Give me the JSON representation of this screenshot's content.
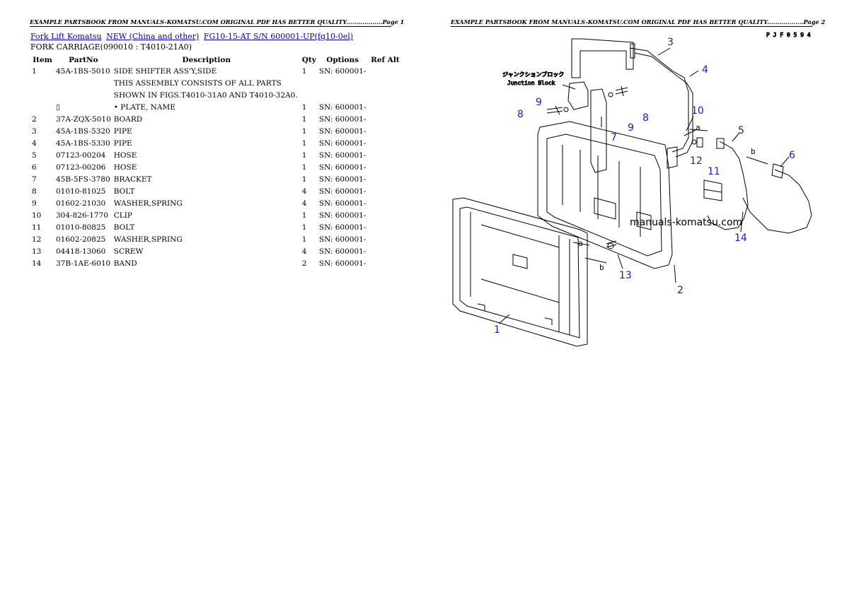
{
  "page1": {
    "header": "EXAMPLE PARTSBOOK FROM MANUALS-KOMATSU.COM ORIGINAL PDF HAS BETTER QUALITY..................Page 1",
    "breadcrumb": [
      "Fork Lift Komatsu",
      "NEW (China and other)",
      "FG10-15-AT S/N 600001-UP(fg10-0el)"
    ],
    "subtitle": "FORK CARRIAGE(090010 : T4010-21A0)",
    "columns": [
      "Item",
      "PartNo",
      "Description",
      "Qty",
      "Options",
      "Ref Alt"
    ],
    "rows": [
      {
        "item": "1",
        "part": "45A-1BS-5010",
        "desc": "SIDE SHIFTER ASS'Y,SIDE",
        "qty": "1",
        "opt": "SN: 600001-"
      },
      {
        "item": "",
        "part": "",
        "desc": "THIS ASSEMBLY CONSISTS OF ALL PARTS",
        "qty": "",
        "opt": ""
      },
      {
        "item": "",
        "part": "",
        "desc": "SHOWN IN FIGS.T4010-31A0 AND T4010-32A0.",
        "qty": "",
        "opt": ""
      },
      {
        "item": "",
        "part": "▯",
        "desc": "• PLATE, NAME",
        "qty": "1",
        "opt": "SN: 600001-"
      },
      {
        "item": "2",
        "part": "37A-ZQX-5010",
        "desc": "BOARD",
        "qty": "1",
        "opt": "SN: 600001-"
      },
      {
        "item": "3",
        "part": "45A-1BS-5320",
        "desc": "PIPE",
        "qty": "1",
        "opt": "SN: 600001-"
      },
      {
        "item": "4",
        "part": "45A-1BS-5330",
        "desc": "PIPE",
        "qty": "1",
        "opt": "SN: 600001-"
      },
      {
        "item": "5",
        "part": "07123-00204",
        "desc": "HOSE",
        "qty": "1",
        "opt": "SN: 600001-"
      },
      {
        "item": "6",
        "part": "07123-00206",
        "desc": "HOSE",
        "qty": "1",
        "opt": "SN: 600001-"
      },
      {
        "item": "7",
        "part": "45B-5FS-3780",
        "desc": "BRACKET",
        "qty": "1",
        "opt": "SN: 600001-"
      },
      {
        "item": "8",
        "part": "01010-81025",
        "desc": "BOLT",
        "qty": "4",
        "opt": "SN: 600001-"
      },
      {
        "item": "9",
        "part": "01602-21030",
        "desc": "WASHER,SPRING",
        "qty": "4",
        "opt": "SN: 600001-"
      },
      {
        "item": "10",
        "part": "304-826-1770",
        "desc": "CLIP",
        "qty": "1",
        "opt": "SN: 600001-"
      },
      {
        "item": "11",
        "part": "01010-80825",
        "desc": "BOLT",
        "qty": "1",
        "opt": "SN: 600001-"
      },
      {
        "item": "12",
        "part": "01602-20825",
        "desc": "WASHER,SPRING",
        "qty": "1",
        "opt": "SN: 600001-"
      },
      {
        "item": "13",
        "part": "04418-13060",
        "desc": "SCREW",
        "qty": "4",
        "opt": "SN: 600001-"
      },
      {
        "item": "14",
        "part": "37B-1AE-6010",
        "desc": "BAND",
        "qty": "2",
        "opt": "SN: 600001-"
      }
    ]
  },
  "page2": {
    "header": "EXAMPLE PARTSBOOK FROM MANUALS-KOMATSU.COM ORIGINAL PDF HAS BETTER QUALITY..................Page 2",
    "drawing_code": "P J F 0 5 9 4",
    "junction_jp": "ジャンクションブロック",
    "junction_en": "Junction Block",
    "watermark": "manuals-komatsu.com",
    "callouts": {
      "c1": "1",
      "c2": "2",
      "c3": "3",
      "c4": "4",
      "c5": "5",
      "c6": "6",
      "c7": "7",
      "c8a": "8",
      "c8b": "8",
      "c9a": "9",
      "c9b": "9",
      "c10": "10",
      "c11": "11",
      "c12": "12",
      "c13": "13",
      "c14": "14"
    },
    "arrow_a1": "a",
    "arrow_a2": "a",
    "arrow_b1": "b",
    "arrow_b2": "b"
  }
}
